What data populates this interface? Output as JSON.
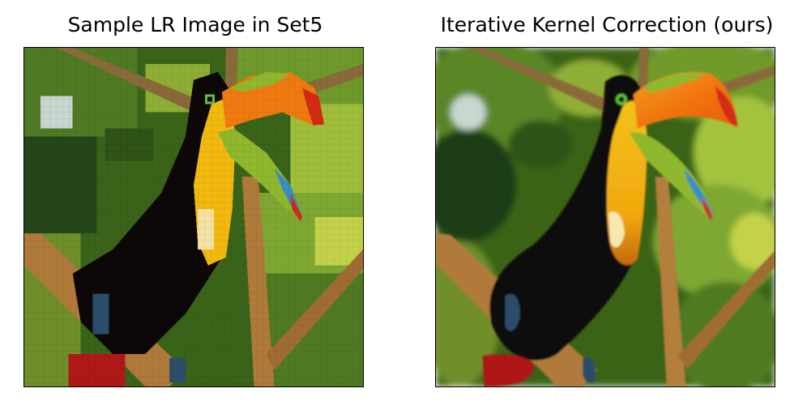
{
  "panels": [
    {
      "title": "Sample LR Image in Set5",
      "subject": "toucan-photo"
    },
    {
      "title": "Iterative Kernel Correction (ours)",
      "subject": "toucan-photo"
    }
  ],
  "colors": {
    "frame": "#000000",
    "background": "#ffffff",
    "foliage_dark": "#1f3d12",
    "foliage_mid": "#4f7a22",
    "foliage_light": "#9fbf3a",
    "branch": "#b07a3a",
    "bird_body": "#0d0708",
    "bird_throat": "#f2b90f",
    "beak_orange": "#f07a10",
    "beak_green": "#8fb82e",
    "beak_tip_red": "#d42a14",
    "tail_red": "#b01818",
    "feet_blue": "#2b4e6a"
  }
}
